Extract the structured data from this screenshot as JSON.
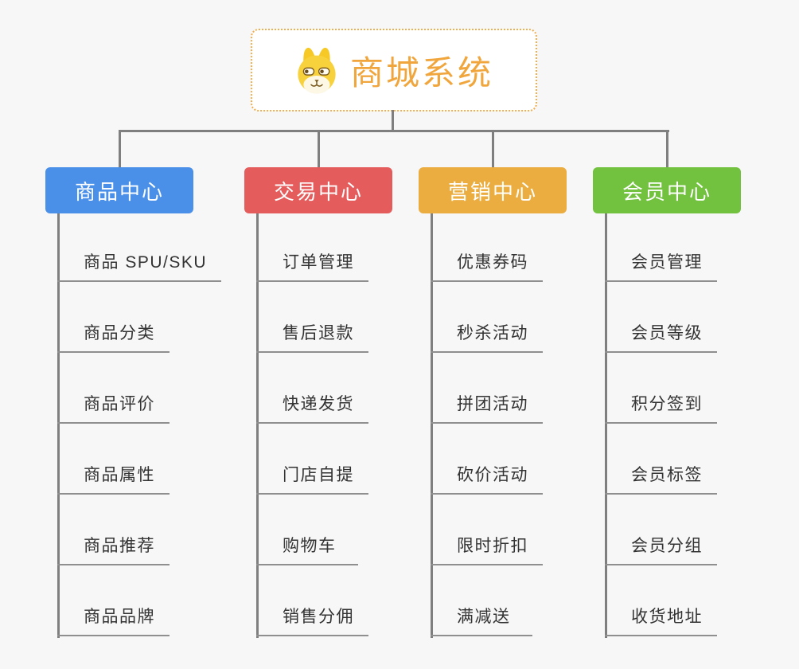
{
  "root": {
    "title": "商城系统",
    "icon": "dog-mascot-icon",
    "accent_color": "#f0a63c",
    "border_color": "#f2ad4d"
  },
  "connector_color": "#7f7f7f",
  "underline_color": "#8f8f8f",
  "branches": [
    {
      "label": "商品中心",
      "color": "#4a90e8",
      "items": [
        "商品 SPU/SKU",
        "商品分类",
        "商品评价",
        "商品属性",
        "商品推荐",
        "商品品牌"
      ]
    },
    {
      "label": "交易中心",
      "color": "#e45c5c",
      "items": [
        "订单管理",
        "售后退款",
        "快递发货",
        "门店自提",
        "购物车",
        "销售分佣"
      ]
    },
    {
      "label": "营销中心",
      "color": "#ebad3f",
      "items": [
        "优惠券码",
        "秒杀活动",
        "拼团活动",
        "砍价活动",
        "限时折扣",
        "满减送"
      ]
    },
    {
      "label": "会员中心",
      "color": "#72c13f",
      "items": [
        "会员管理",
        "会员等级",
        "积分签到",
        "会员标签",
        "会员分组",
        "收货地址"
      ]
    }
  ]
}
